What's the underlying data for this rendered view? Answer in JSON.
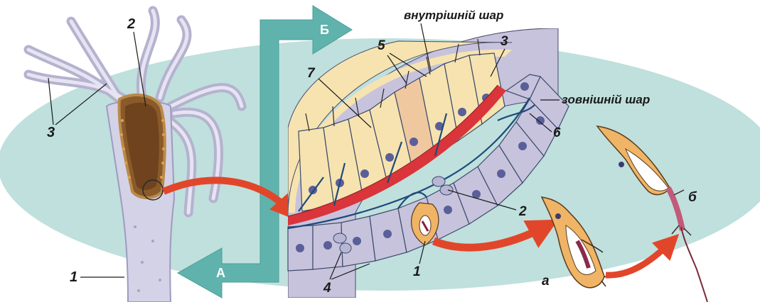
{
  "layer_labels": {
    "inner": "внутрішній шар",
    "outer": "зовнішній шар"
  },
  "arrows": {
    "up": "Б",
    "down": "А"
  },
  "hydra_labels": {
    "body": "1",
    "mouth_area": "2",
    "tentacles": "3"
  },
  "section_labels": {
    "cnidocyte": "1",
    "cnidocyte_2": "2",
    "mesoglea": "3",
    "interstitial": "4",
    "digestive": "5",
    "nerve": "6",
    "gland": "7"
  },
  "stage_labels": {
    "a": "а",
    "b": "б"
  },
  "colors": {
    "background_oval": "#bfe0dd",
    "teal_arrow": "#5fb3ac",
    "red_arrow": "#e2462a",
    "mesoglea": "#d9353b",
    "outer_cells": "#c7c3dd",
    "inner_cells": "#f6e3b0",
    "cnidocyte": "#efb466",
    "hydra_body": "#d4d2e6"
  }
}
